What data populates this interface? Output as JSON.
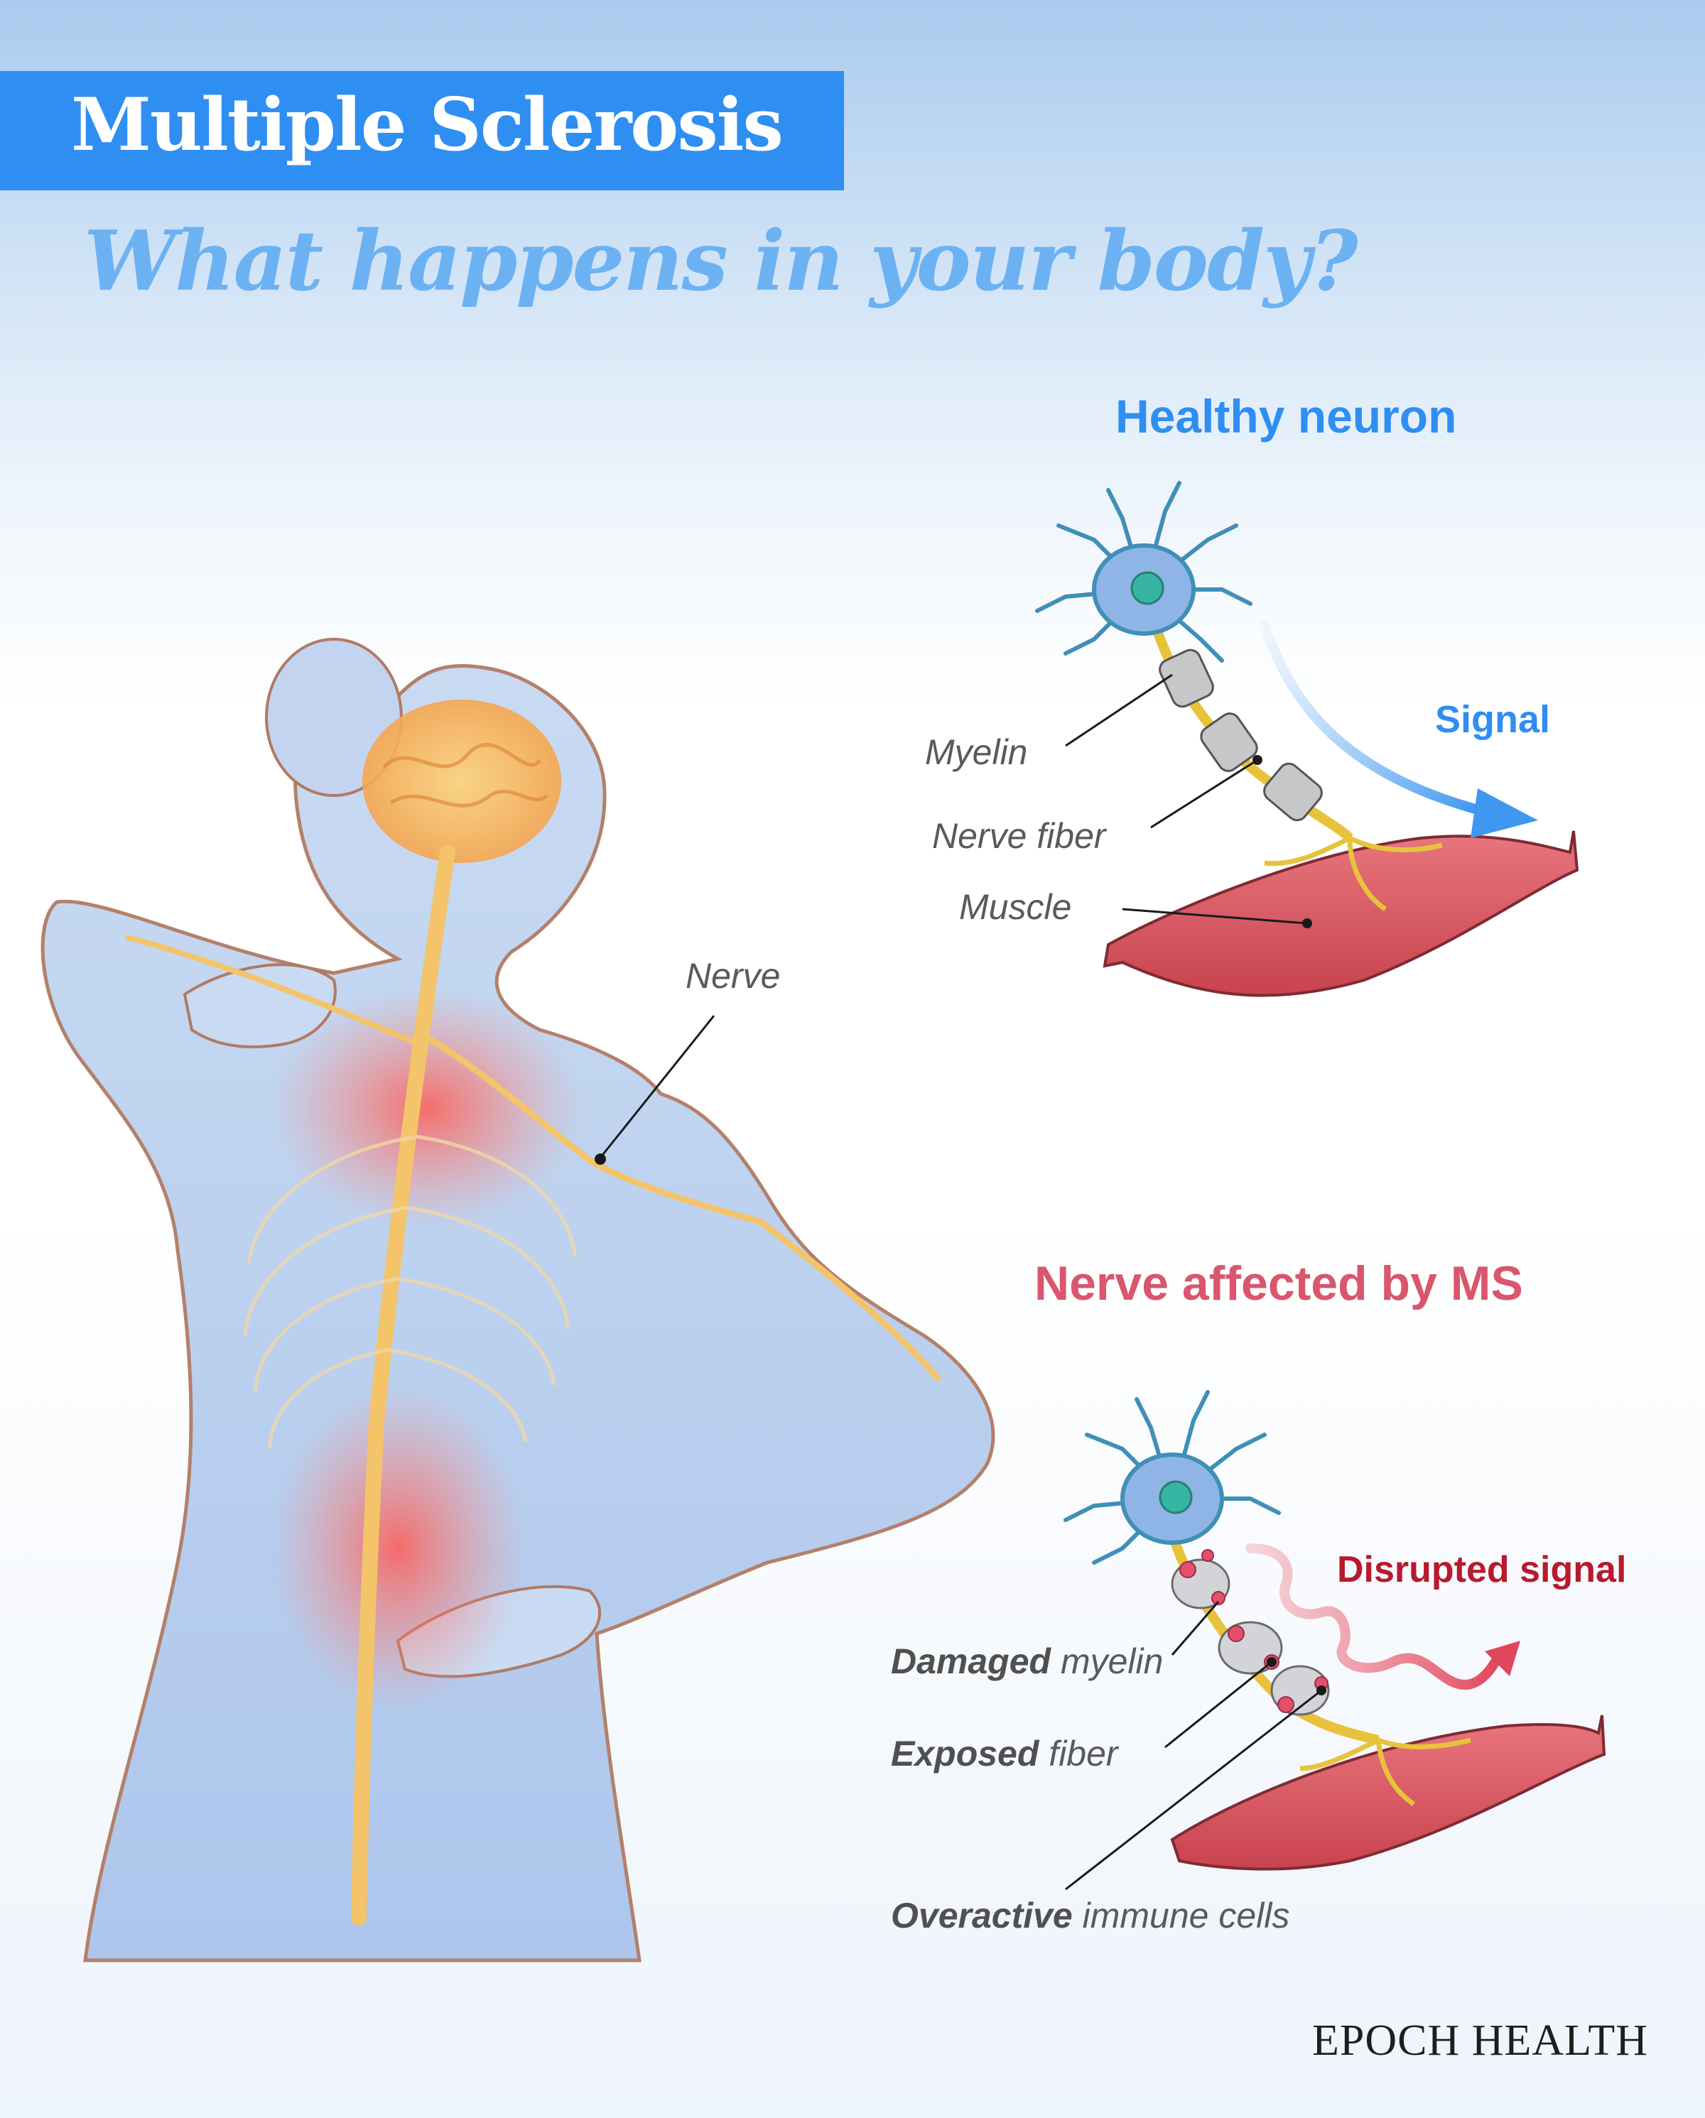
{
  "header": {
    "title": "Multiple Sclerosis",
    "subtitle": "What happens in your body?"
  },
  "body_figure": {
    "nerve_label": "Nerve"
  },
  "healthy": {
    "heading": "Healthy neuron",
    "signal_label": "Signal",
    "labels": {
      "myelin": "Myelin",
      "nerve_fiber": "Nerve fiber",
      "muscle": "Muscle"
    }
  },
  "ms": {
    "heading": "Nerve affected by MS",
    "signal_label": "Disrupted signal",
    "labels": {
      "damaged_bold": "Damaged",
      "damaged_rest": " myelin",
      "exposed_bold": "Exposed",
      "exposed_rest": " fiber",
      "overactive_bold": "Overactive",
      "overactive_rest": " immune cells"
    }
  },
  "footer": {
    "brand": "EPOCH HEALTH"
  },
  "colors": {
    "title_box": "#2f8ef2",
    "subtitle": "#6cb2f3",
    "healthy_heading": "#2f8ef2",
    "ms_heading": "#d9566c",
    "disrupted_signal": "#b8192e",
    "nerve_yellow": "#f2c94c",
    "muscle_red": "#d9545e",
    "neuron_blue": "#3f8fb6"
  }
}
